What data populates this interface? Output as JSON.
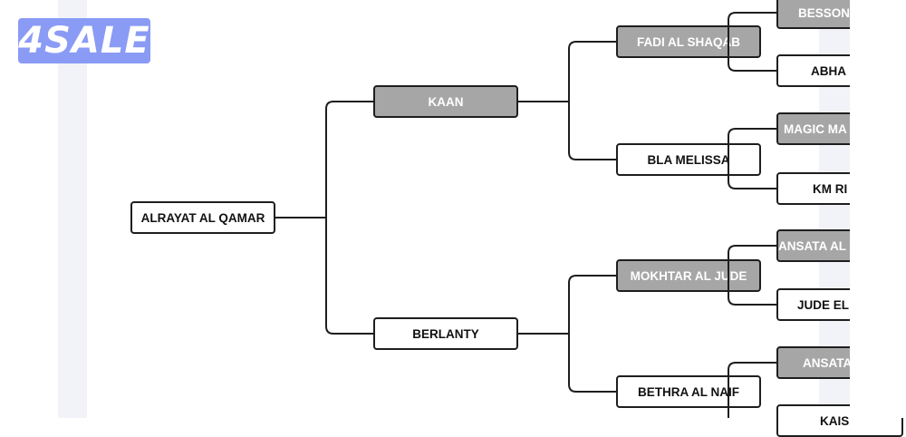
{
  "watermark": {
    "text": "4SALE"
  },
  "pedigree": {
    "root": "ALRAYAT AL QAMAR",
    "sire": "KAAN",
    "dam": "BERLANTY",
    "sire_sire": "FADI AL SHAQAB",
    "sire_dam": "BLA MELISSA",
    "dam_sire": "MOKHTAR AL JUDE",
    "dam_dam": "BETHRA AL NAIF",
    "ggen": [
      "BESSON",
      "ABHA",
      "MAGIC MA",
      "KM RI",
      "ANSATA AL",
      "JUDE EL",
      "ANSATA",
      "KAIS"
    ]
  },
  "colors": {
    "male": "#a6a6a6",
    "female": "#ffffff",
    "line": "#1e1e1e"
  }
}
